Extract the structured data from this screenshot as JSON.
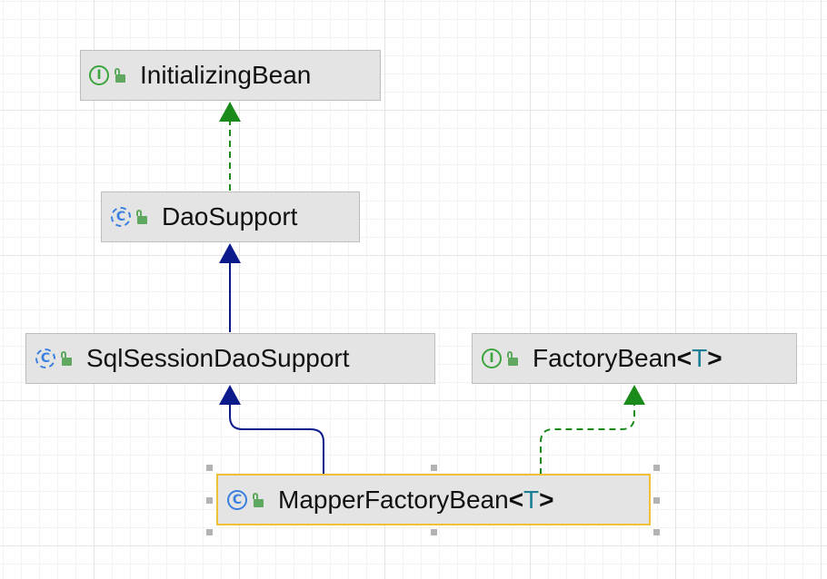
{
  "nodes": {
    "initializing_bean": {
      "kind": "interface",
      "kind_glyph": "I",
      "name": "InitializingBean"
    },
    "dao_support": {
      "kind": "abstract-class",
      "kind_glyph": "C",
      "name": "DaoSupport"
    },
    "sql_session_dao_support": {
      "kind": "abstract-class",
      "kind_glyph": "C",
      "name": "SqlSessionDaoSupport"
    },
    "factory_bean": {
      "kind": "interface",
      "kind_glyph": "I",
      "name": "FactoryBean",
      "open": "<",
      "type_param": "T",
      "close": ">"
    },
    "mapper_factory_bean": {
      "kind": "class",
      "kind_glyph": "C",
      "name": "MapperFactoryBean",
      "open": "<",
      "type_param": "T",
      "close": ">",
      "selected": true
    }
  },
  "edges": [
    {
      "from": "dao_support",
      "to": "initializing_bean",
      "relation": "implements",
      "color": "#1a8a1a"
    },
    {
      "from": "sql_session_dao_support",
      "to": "dao_support",
      "relation": "extends",
      "color": "#0b1a8a"
    },
    {
      "from": "mapper_factory_bean",
      "to": "sql_session_dao_support",
      "relation": "extends",
      "color": "#0b1a8a"
    },
    {
      "from": "mapper_factory_bean",
      "to": "factory_bean",
      "relation": "implements",
      "color": "#1a8a1a"
    }
  ],
  "colors": {
    "node_fill": "#e4e4e4",
    "node_border": "#bdbdbd",
    "selected_border": "#f2c037",
    "interface_icon": "#3da53d",
    "class_icon": "#3a7fe0",
    "type_param": "#1a7f96",
    "extends_arrow": "#0b1a8a",
    "implements_arrow": "#1a8a1a"
  }
}
